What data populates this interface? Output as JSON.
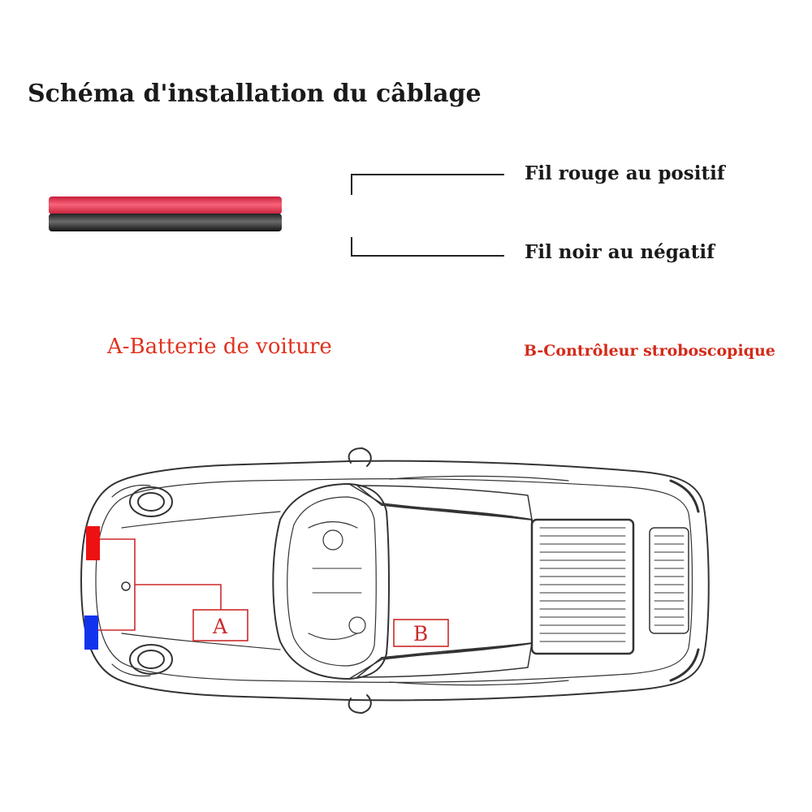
{
  "title": "Schéma d'installation du câblage",
  "legend": {
    "red_wire": "Fil rouge au positif",
    "black_wire": "Fil noir au négatif"
  },
  "components": {
    "a_label": "A-Batterie de voiture",
    "b_label": "B-Contrôleur stroboscopique",
    "a_box": "A",
    "b_box": "B"
  },
  "colors": {
    "red_wire": "#e8304a",
    "black_wire": "#1a1a1a",
    "accent_red": "#e0321e",
    "terminal_red": "#ee1111",
    "terminal_blue": "#1133ee"
  }
}
